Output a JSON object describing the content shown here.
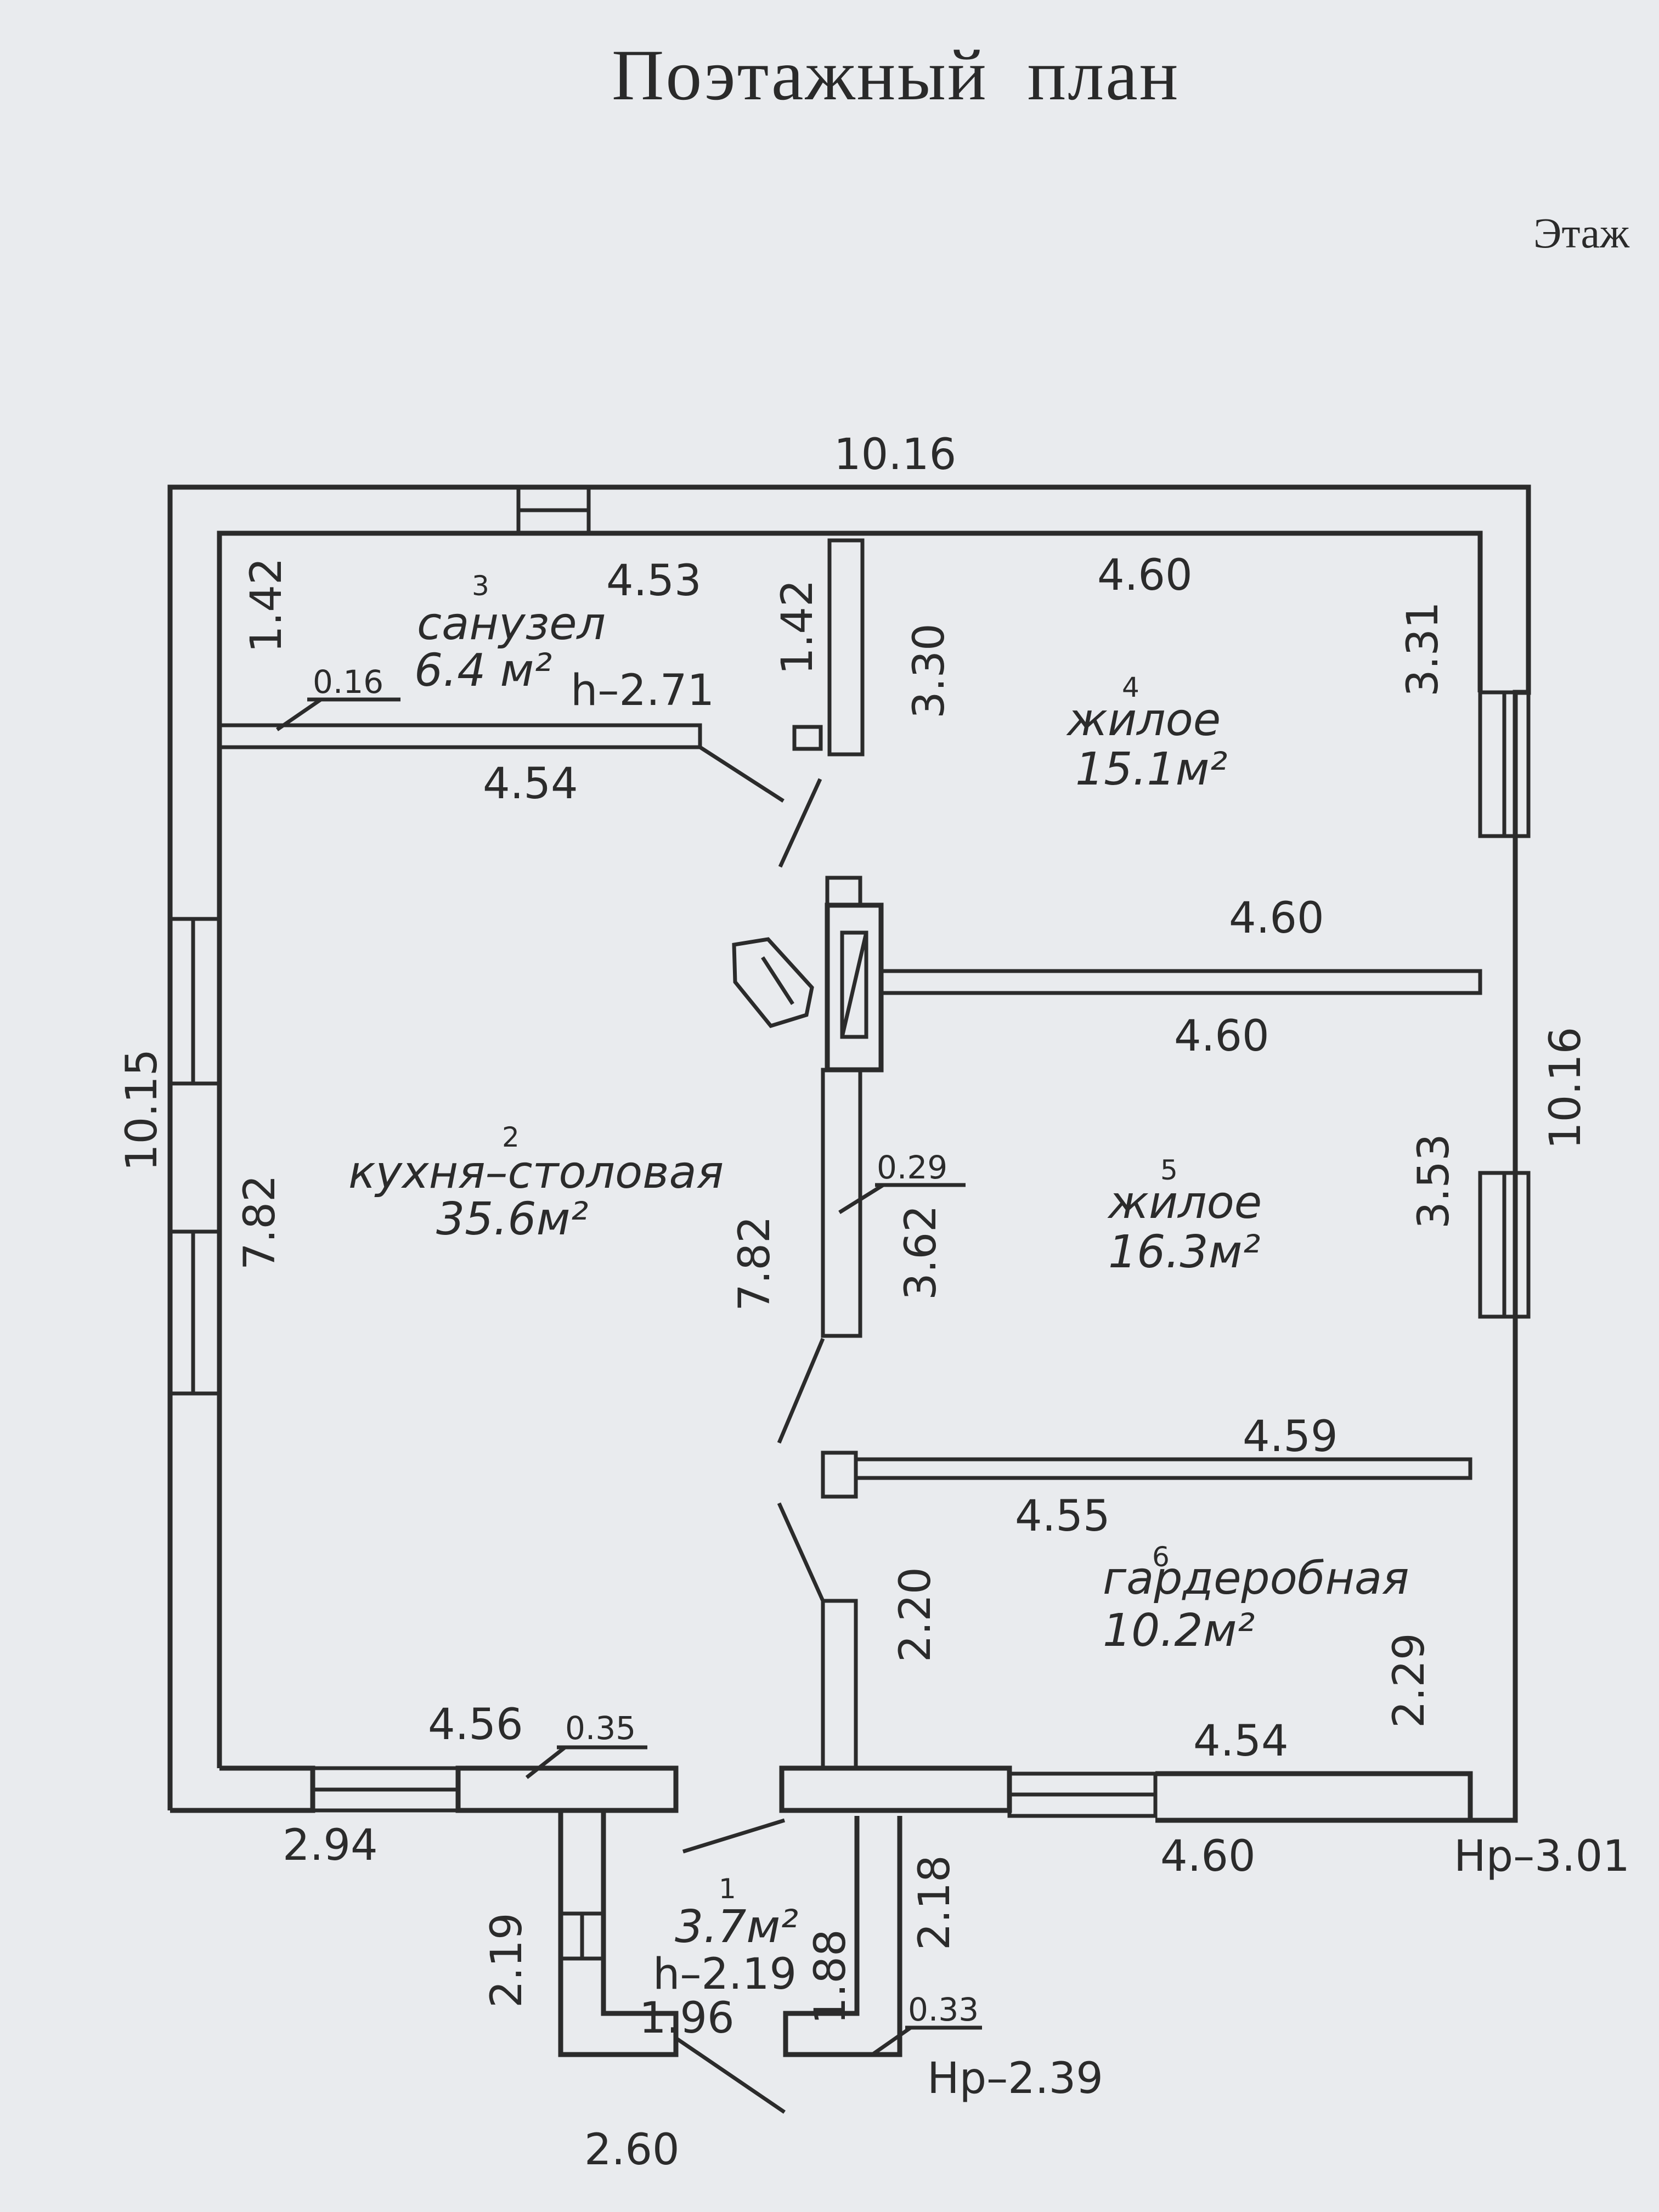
{
  "title": "Поэтажный  план",
  "floor_label": "Этаж",
  "overall": {
    "top": "10.16",
    "left": "10.15",
    "right": "10.16"
  },
  "rooms": [
    {
      "number": "1",
      "area": "3.7м²",
      "height": "h–2.19"
    },
    {
      "number": "2",
      "name": "кухня–столовая",
      "area": "35.6м²"
    },
    {
      "number": "3",
      "name": "санузел",
      "area": "6.4 м²",
      "height": "h–2.71"
    },
    {
      "number": "4",
      "name": "жилое",
      "area": "15.1м²"
    },
    {
      "number": "5",
      "name": "жилое",
      "area": "16.3м²"
    },
    {
      "number": "6",
      "name": "гардеробная",
      "area": "10.2м²"
    }
  ],
  "dims": {
    "bath_top": "4.53",
    "bath_left": "1.42",
    "bath_right": "1.42",
    "bath_bottom": "4.54",
    "wall_016": "0.16",
    "r4_top": "4.60",
    "r4_left": "3.30",
    "r4_right": "3.31",
    "r4_bottom": "4.60",
    "r5_top": "4.60",
    "r5_left": "3.62",
    "r5_right": "3.53",
    "wall_029": "0.29",
    "kitchen_left": "7.82",
    "kitchen_right": "7.82",
    "kitchen_bottom": "4.56",
    "wall_035": "0.35",
    "r6_top": "4.59",
    "r6_top_inner": "4.55",
    "r6_left": "2.20",
    "r6_right": "2.29",
    "r6_bottom": "4.54",
    "out_bottom_left": "2.94",
    "out_bottom_right": "4.60",
    "hp_main": "Hp–3.01",
    "vest_left": "2.19",
    "vest_inner": "1.96",
    "vest_right_inner": "1.88",
    "vest_right": "2.18",
    "wall_033": "0.33",
    "hp_vest": "Hp–2.39",
    "vest_bottom": "2.60"
  }
}
